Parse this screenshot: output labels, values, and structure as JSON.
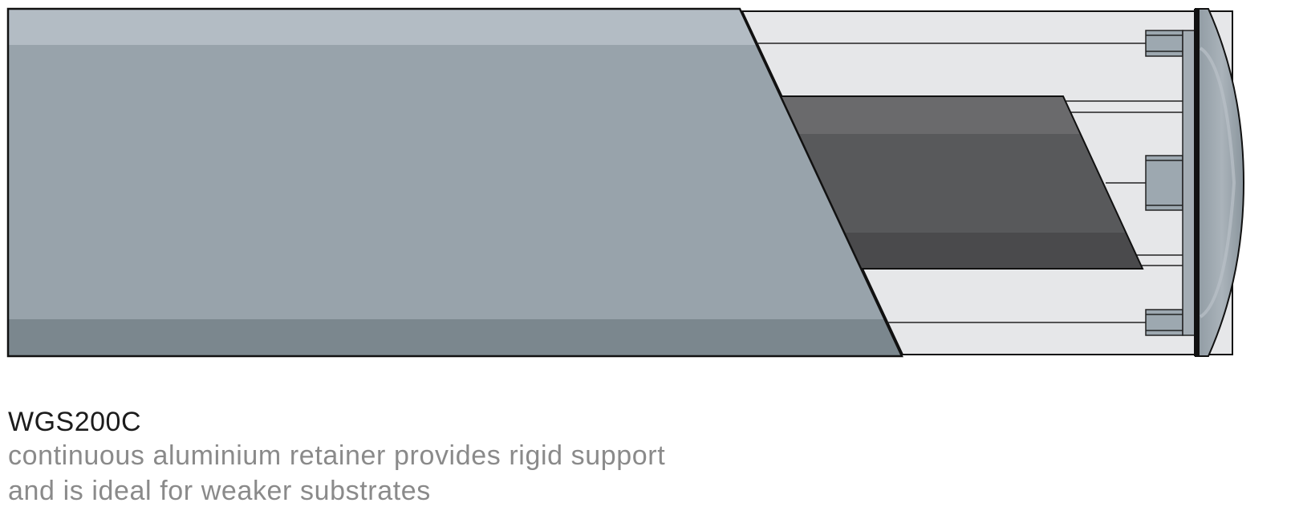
{
  "product": {
    "model": "WGS200C",
    "description_line1": "continuous aluminium retainer provides rigid support",
    "description_line2": "and is ideal for weaker substrates"
  },
  "colors": {
    "aluminium_body": "#98a3ab",
    "aluminium_top_band": "#b3bcc4",
    "aluminium_bottom_band": "#7b878e",
    "inner_channel": "#e6e7e9",
    "substrate_light": "#6a6a6c",
    "substrate_mid": "#58595b",
    "substrate_dark": "#4a4a4c",
    "end_cap": "#a4adb4",
    "outline": "#111111",
    "text_primary": "#1c1c1c",
    "text_secondary": "#8a8a8a"
  }
}
